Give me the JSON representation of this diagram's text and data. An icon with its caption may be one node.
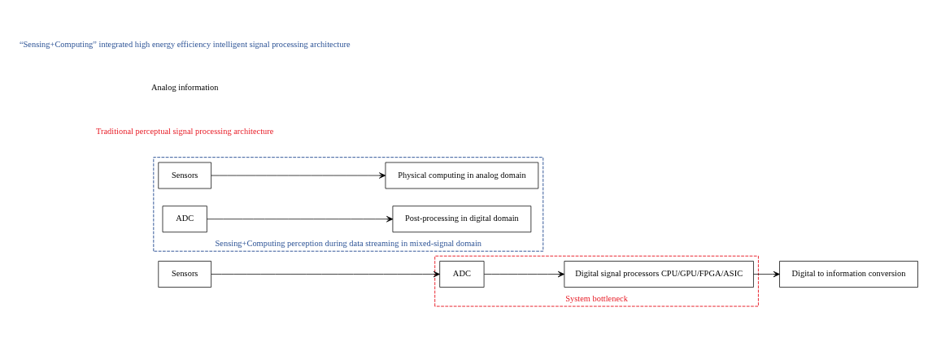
{
  "diagram": {
    "nodes": [
      {
        "text": [
          "System bottleneck"
        ]
      },
      {
        "text": [
          "Sensors"
        ]
      },
      {
        "text": [
          "ADC"
        ],
        "in": 0
      },
      {
        "text": [
          "Digital signal processors CPU/GPU/FPGA/ASIC"
        ],
        "in": 0
      },
      {
        "text": [
          "Digital to information conversion"
        ]
      },
      {
        "text": [
          "Sensing+Computing perception during data streaming in mixed-signal domain"
        ]
      },
      {
        "text": [
          "Sensors"
        ],
        "in": 5
      },
      {
        "text": [
          "Physical computing in analog domain"
        ],
        "in": 5
      },
      {
        "text": [
          "ADC"
        ],
        "in": 5
      },
      {
        "text": [
          "Post-processing in digital domain"
        ],
        "in": 5
      }
    ],
    "edges": [
      {
        "from": 1,
        "to": 2,
        "arrow": "to"
      },
      {
        "from": 2,
        "to": 3,
        "arrow": "to"
      },
      {
        "from": 3,
        "to": 4,
        "arrow": "to"
      },
      {
        "from": 6,
        "to": 7,
        "arrow": "to"
      },
      {
        "from": 8,
        "to": 9,
        "arrow": "to"
      }
    ],
    "labels": [
      "Traditional perceptual signal processing architecture",
      "Analog information",
      "“Sensing+Computing” integrated high energy efficiency intelligent signal processing architecture"
    ]
  }
}
